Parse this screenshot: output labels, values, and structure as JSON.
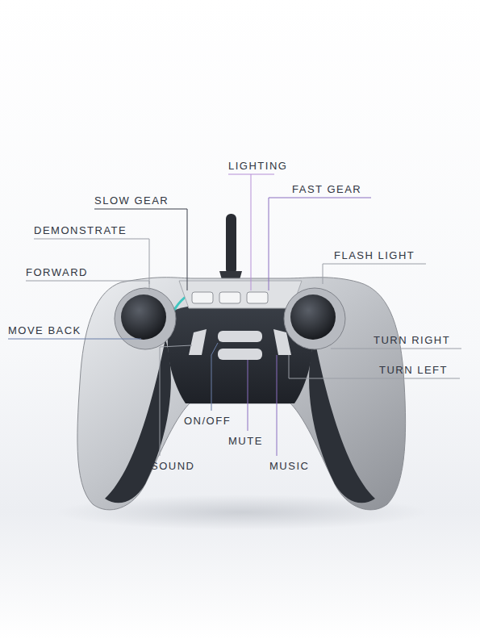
{
  "diagram": {
    "labels": [
      "LIGHTING",
      "SLOW GEAR",
      "FAST GEAR",
      "DEMONSTRATE",
      "FLASH LIGHT",
      "FORWARD",
      "MOVE BACK",
      "TURN RIGHT",
      "TURN LEFT",
      "ON/OFF",
      "MUTE",
      "SOUND",
      "MUSIC"
    ]
  }
}
